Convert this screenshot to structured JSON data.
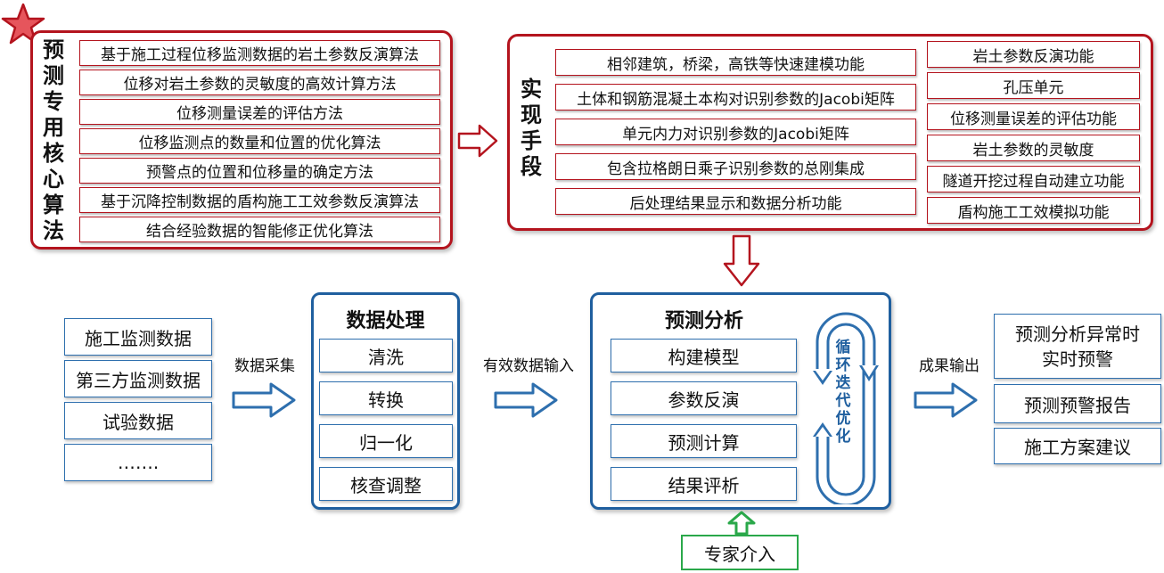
{
  "algorithms": {
    "title": "预测专用核心算法",
    "items": [
      "基于施工过程位移监测数据的岩土参数反演算法",
      "位移对岩土参数的灵敏度的高效计算方法",
      "位移测量误差的评估方法",
      "位移监测点的数量和位置的优化算法",
      "预警点的位置和位移量的确定方法",
      "基于沉降控制数据的盾构施工工效参数反演算法",
      "结合经验数据的智能修正优化算法"
    ]
  },
  "implementation": {
    "title": "实现手段",
    "left_items": [
      "相邻建筑，桥梁，高铁等快速建模功能",
      "土体和钢筋混凝土本构对识别参数的Jacobi矩阵",
      "单元内力对识别参数的Jacobi矩阵",
      "包含拉格朗日乘子识别参数的总刚集成",
      "后处理结果显示和数据分析功能"
    ],
    "right_items": [
      "岩土参数反演功能",
      "孔压单元",
      "位移测量误差的评估功能",
      "岩土参数的灵敏度",
      "隧道开挖过程自动建立功能",
      "盾构施工工效模拟功能"
    ]
  },
  "sources": {
    "items": [
      "施工监测数据",
      "第三方监测数据",
      "试验数据",
      "……."
    ]
  },
  "arrow_labels": {
    "collect": "数据采集",
    "valid_input": "有效数据输入",
    "output": "成果输出"
  },
  "processing": {
    "title": "数据处理",
    "items": [
      "清洗",
      "转换",
      "归一化",
      "核查调整"
    ]
  },
  "analysis": {
    "title": "预测分析",
    "items": [
      "构建模型",
      "参数反演",
      "预测计算",
      "结果评析"
    ],
    "loop_label": "循环迭代优化"
  },
  "results": {
    "items": [
      "预测分析异常时\n实时预警",
      "预测预警报告",
      "施工方案建议"
    ]
  },
  "expert": {
    "label": "专家介入"
  },
  "colors": {
    "red": "#b4141e",
    "blue": "#1f5f9f",
    "green": "#2aa84a",
    "star": "#e0494f"
  }
}
